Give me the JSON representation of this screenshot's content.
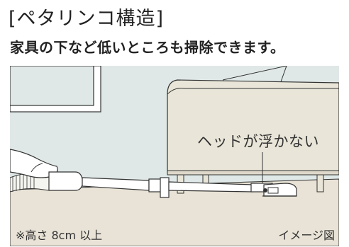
{
  "heading": {
    "title": "[ペタリンコ構造]",
    "subtitle": "家具の下など低いところも掃除できます。"
  },
  "illustration": {
    "callout": "ヘッドが浮かない",
    "height_note": "※高さ 8cm 以上",
    "image_note": "イメージ図"
  },
  "colors": {
    "floor": "#e8e3d6",
    "wall": "#dfe8e6",
    "furniture": "#e9e5d8",
    "outline": "#333333"
  }
}
